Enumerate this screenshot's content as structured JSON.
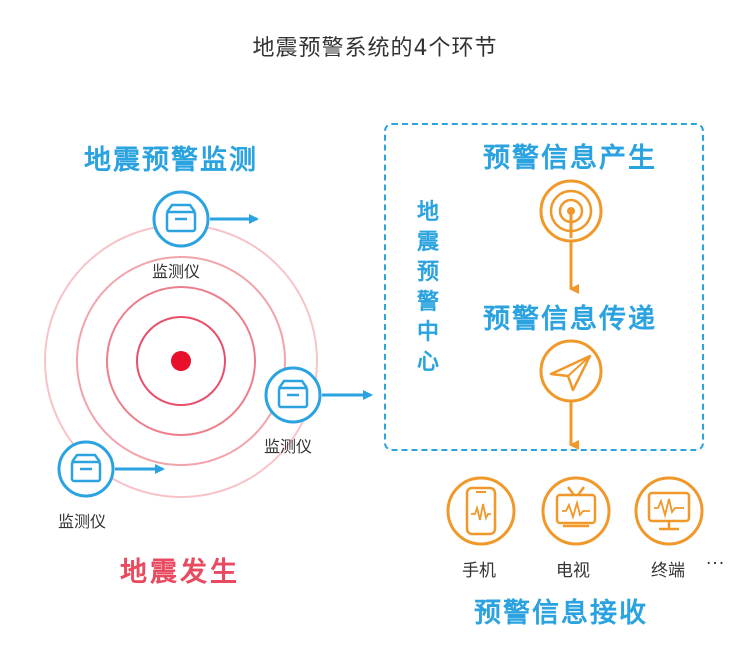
{
  "title": "地震预警系统的4个环节",
  "monitoring": {
    "heading": "地震预警监测",
    "sensor_label": "监测仪"
  },
  "earthquake": {
    "heading": "地震发生"
  },
  "center": {
    "vertical_label": [
      "地",
      "震",
      "预",
      "警",
      "中",
      "心"
    ],
    "generate_heading": "预警信息产生",
    "transmit_heading": "预警信息传递"
  },
  "reception": {
    "heading": "预警信息接收",
    "devices": [
      {
        "label": "手机",
        "icon": "phone-icon"
      },
      {
        "label": "电视",
        "icon": "tv-icon"
      },
      {
        "label": "终端",
        "icon": "monitor-icon"
      }
    ],
    "more": "···"
  },
  "colors": {
    "blue": "#2aa3e0",
    "orange": "#f0982a",
    "red": "#e84a5f",
    "epicenter": "#e8102a"
  }
}
